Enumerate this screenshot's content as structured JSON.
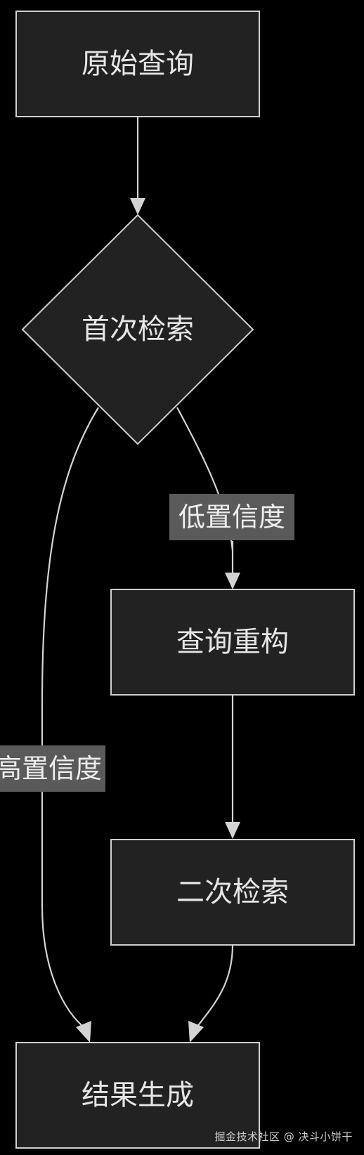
{
  "diagram": {
    "nodes": {
      "original_query": "原始查询",
      "first_retrieval": "首次检索",
      "query_rewrite": "查询重构",
      "second_retrieval": "二次检索",
      "result_generation": "结果生成"
    },
    "edge_labels": {
      "low_confidence": "低置信度",
      "high_confidence": "高置信度"
    }
  },
  "watermark": "掘金技术社区 @ 决斗小饼干"
}
